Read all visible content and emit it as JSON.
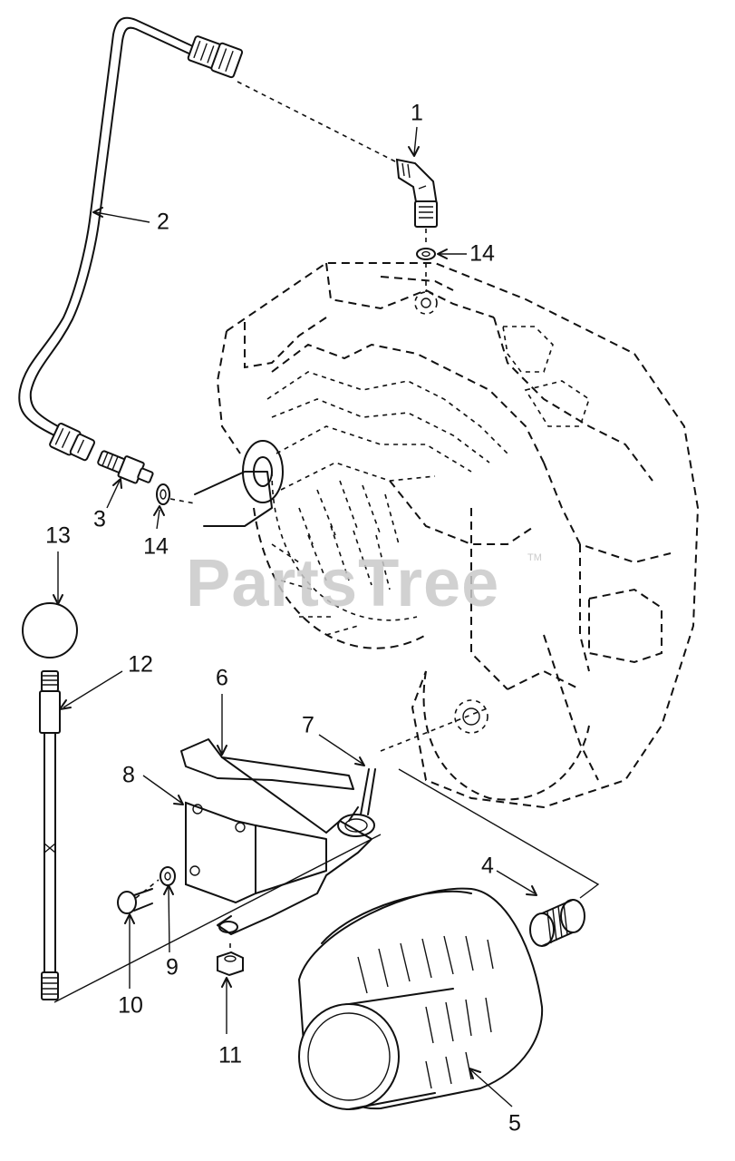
{
  "diagram": {
    "callouts": [
      "1",
      "2",
      "3",
      "4",
      "5",
      "6",
      "7",
      "8",
      "9",
      "10",
      "11",
      "12",
      "13",
      "14",
      "14"
    ],
    "watermark": "PartsTree",
    "watermark_tm": "TM"
  }
}
